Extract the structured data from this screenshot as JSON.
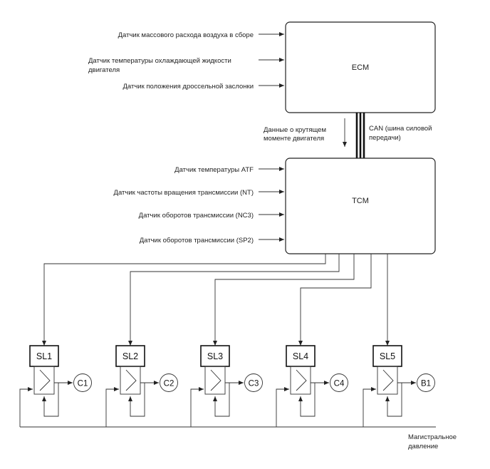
{
  "ecm": {
    "title": "ECM",
    "inputs": [
      "Датчик массового расхода воздуха в сборе",
      "Датчик температуры охлаждающей жидкости",
      "двигателя",
      "Датчик положения дроссельной заслонки"
    ]
  },
  "link": {
    "torque_line1": "Данные о крутящем",
    "torque_line2": "моменте двигателя",
    "can_line1": "CAN (шина силовой",
    "can_line2": "передачи)"
  },
  "tcm": {
    "title": "TCM",
    "inputs": [
      "Датчик температуры ATF",
      "Датчик частоты вращения трансмиссии (NT)",
      "Датчик оборотов трансмиссии (NC3)",
      "Датчик оборотов трансмиссии (SP2)"
    ]
  },
  "solenoids": [
    {
      "label": "SL1",
      "clutch": "C1"
    },
    {
      "label": "SL2",
      "clutch": "C2"
    },
    {
      "label": "SL3",
      "clutch": "C3"
    },
    {
      "label": "SL4",
      "clutch": "C4"
    },
    {
      "label": "SL5",
      "clutch": "B1"
    }
  ],
  "line_pressure": {
    "line1": "Магистральное",
    "line2": "давление"
  }
}
